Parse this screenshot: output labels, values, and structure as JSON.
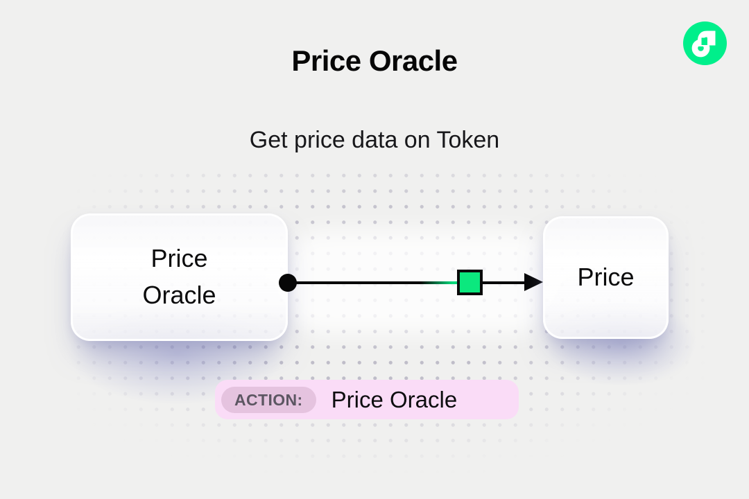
{
  "header": {
    "title": "Price Oracle",
    "subtitle": "Get price data on Token"
  },
  "logo": {
    "name": "flow-logo",
    "color": "#00EF8B"
  },
  "diagram": {
    "source_node": {
      "label": "Price\nOracle"
    },
    "target_node": {
      "label": "Price"
    },
    "connector": {
      "type": "arrow",
      "start": "dot",
      "end": "arrowhead",
      "action_square_color": "#0CE87E"
    }
  },
  "action_bar": {
    "badge_label": "ACTION:",
    "action_name": "Price Oracle",
    "background": "#FADCF7",
    "badge_background": "#E5C3DF"
  },
  "colors": {
    "page_background": "#F0F0EF",
    "flow_green": "#00EF8B",
    "connector_black": "#070707",
    "dot_grid": "#BFBDC9",
    "glow_lavender": "#8084C4"
  }
}
